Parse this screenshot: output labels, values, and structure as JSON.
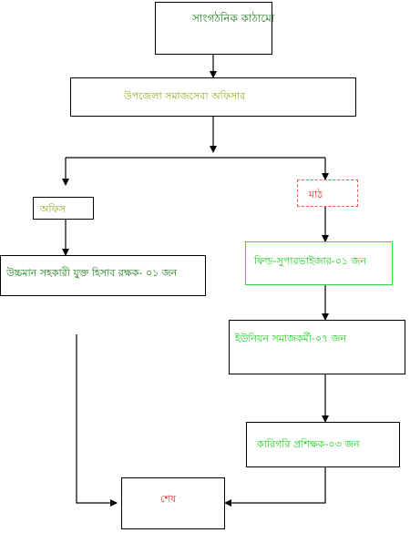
{
  "diagram": {
    "title": "সাংগঠনিক কাঠামো",
    "officer": "উপজেলা সমাজসেবা অফিসার",
    "office": "অফিস",
    "field": "মাঠ",
    "clerk": "উচ্চমান সহকারী যুক্ত হিসাব রক্ষক- ০১ জন",
    "field_supervisor": "ফিল্ড-সুপারভাইজার-০১ জন",
    "union_worker": "ইউনিয়ন সমাজকর্মী-০৭ জন",
    "instructor": "কারিগরি প্রশিক্ষক-০৩ জন",
    "end": "শেষ"
  },
  "colors": {
    "dark_green": "#1a7a1a",
    "olive": "#99aa22",
    "bright_green": "#22cc22",
    "red": "#ee3333",
    "border": "#000000",
    "green_border": "#33dd33",
    "red_border": "#ee5555"
  }
}
